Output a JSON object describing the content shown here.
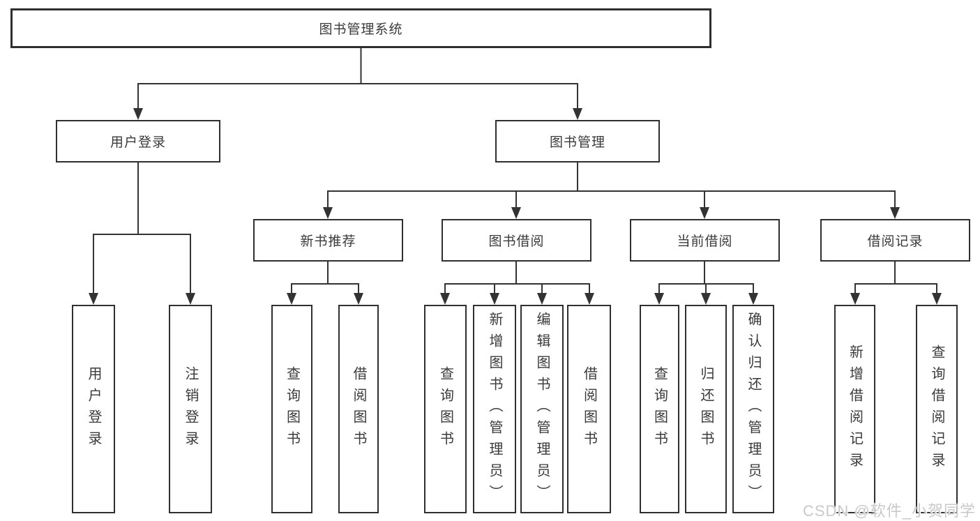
{
  "diagram": {
    "type": "hierarchy-tree",
    "root": {
      "label": "图书管理系统",
      "children": [
        {
          "label": "用户登录",
          "children": [
            {
              "label": "用户登录"
            },
            {
              "label": "注销登录"
            }
          ]
        },
        {
          "label": "图书管理",
          "children": [
            {
              "label": "新书推荐",
              "children": [
                {
                  "label": "查询图书"
                },
                {
                  "label": "借阅图书"
                }
              ]
            },
            {
              "label": "图书借阅",
              "children": [
                {
                  "label": "查询图书"
                },
                {
                  "label": "新增图书（管理员）"
                },
                {
                  "label": "编辑图书（管理员）"
                },
                {
                  "label": "借阅图书"
                }
              ]
            },
            {
              "label": "当前借阅",
              "children": [
                {
                  "label": "查询图书"
                },
                {
                  "label": "归还图书"
                },
                {
                  "label": "确认归还（管理员）"
                }
              ]
            },
            {
              "label": "借阅记录",
              "children": [
                {
                  "label": "新增借阅记录"
                },
                {
                  "label": "查询借阅记录"
                }
              ]
            }
          ]
        }
      ]
    },
    "colors": {
      "line": "#333333",
      "box_border": "#2f2f2f",
      "text": "#3a3a3a",
      "background": "#ffffff",
      "watermark": "#c9c9c9"
    }
  },
  "watermark": {
    "text": "CSDN @软件_小贺同学"
  }
}
